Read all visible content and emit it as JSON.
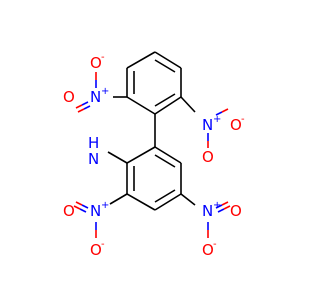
{
  "molecule": {
    "colors": {
      "bond": "#000000",
      "nitrogen": "#0000ff",
      "oxygen": "#ff0000"
    },
    "labels": {
      "amine_h": "H",
      "amine_n": "N",
      "nitro_n": "N",
      "nitro_o": "O",
      "plus": "+",
      "minus": "-"
    }
  }
}
